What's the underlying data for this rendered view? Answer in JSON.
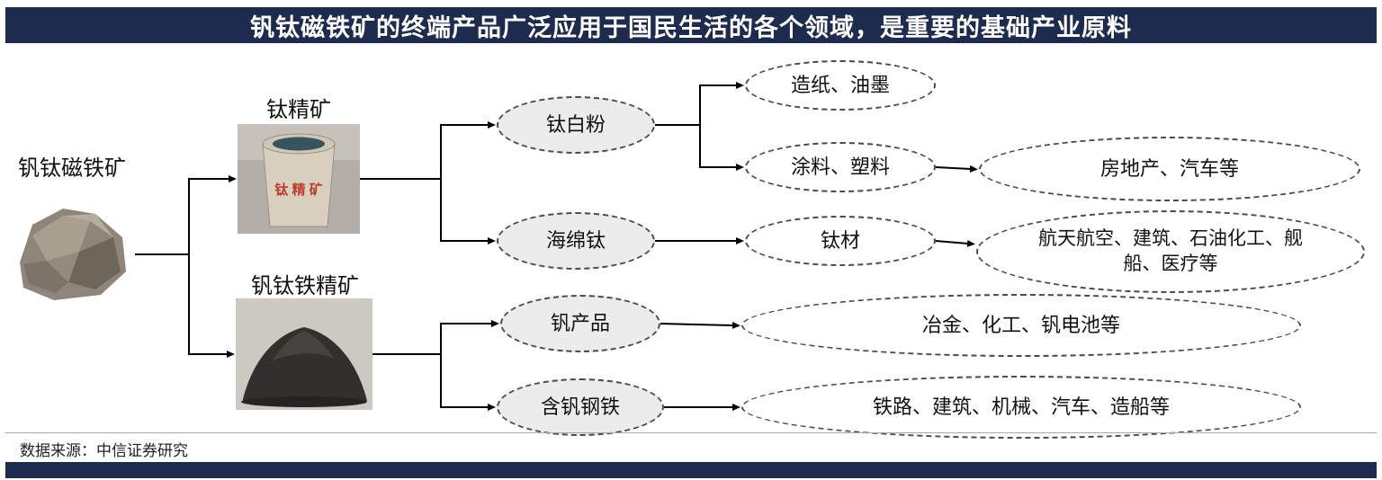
{
  "banner": {
    "title": "钒钛磁铁矿的终端产品广泛应用于国民生活的各个领域，是重要的基础产业原料"
  },
  "colors": {
    "banner_bg": "#1d2b4e",
    "level1_ellipse_fill": "#ececec",
    "level2_ellipse_fill": "#ffffff",
    "connector_line": "#000000",
    "bucket_text_red": "#c03a2b"
  },
  "nodes": {
    "root": {
      "label": "钒钛磁铁矿"
    },
    "ti_concentrate": {
      "label": "钛精矿",
      "photo_text": "钛 精 矿"
    },
    "vti_concentrate": {
      "label": "钒钛铁精矿"
    },
    "ti_dioxide": {
      "label": "钛白粉"
    },
    "ti_sponge": {
      "label": "海绵钛"
    },
    "v_products": {
      "label": "钒产品"
    },
    "v_steel": {
      "label": "含钒钢铁"
    },
    "paper_ink": {
      "label": "造纸、油墨"
    },
    "coating_plastic": {
      "label": "涂料、塑料"
    },
    "ti_material": {
      "label": "钛材"
    },
    "real_estate_auto": {
      "label": "房地产、汽车等"
    },
    "aerospace_etc": {
      "label": "航天航空、建筑、石油化工、舰船、医疗等"
    },
    "metallurgy_etc": {
      "label": "冶金、化工、钒电池等"
    },
    "railway_etc": {
      "label": "铁路、建筑、机械、汽车、造船等"
    }
  },
  "source": {
    "label": "数据来源：中信证券研究"
  }
}
